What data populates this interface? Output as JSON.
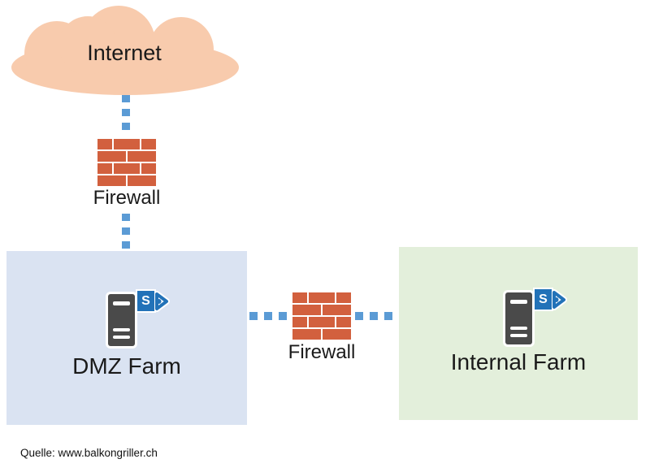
{
  "nodes": {
    "internet": {
      "label": "Internet"
    },
    "firewall_top": {
      "label": "Firewall"
    },
    "firewall_middle": {
      "label": "Firewall"
    },
    "dmz_farm": {
      "label": "DMZ Farm"
    },
    "internal_farm": {
      "label": "Internal Farm"
    }
  },
  "sharepoint": {
    "letter": "S"
  },
  "footer": {
    "source": "Quelle: www.balkongriller.ch"
  },
  "colors": {
    "cloud": "#F8CBAD",
    "brick": "#D2603E",
    "dash": "#5B9BD5",
    "dmz_box": "#DAE3F2",
    "internal_box": "#E3EFDB",
    "server": "#4A4A4A",
    "sp_blue": "#2272B8",
    "text": "#1A1A1A"
  }
}
